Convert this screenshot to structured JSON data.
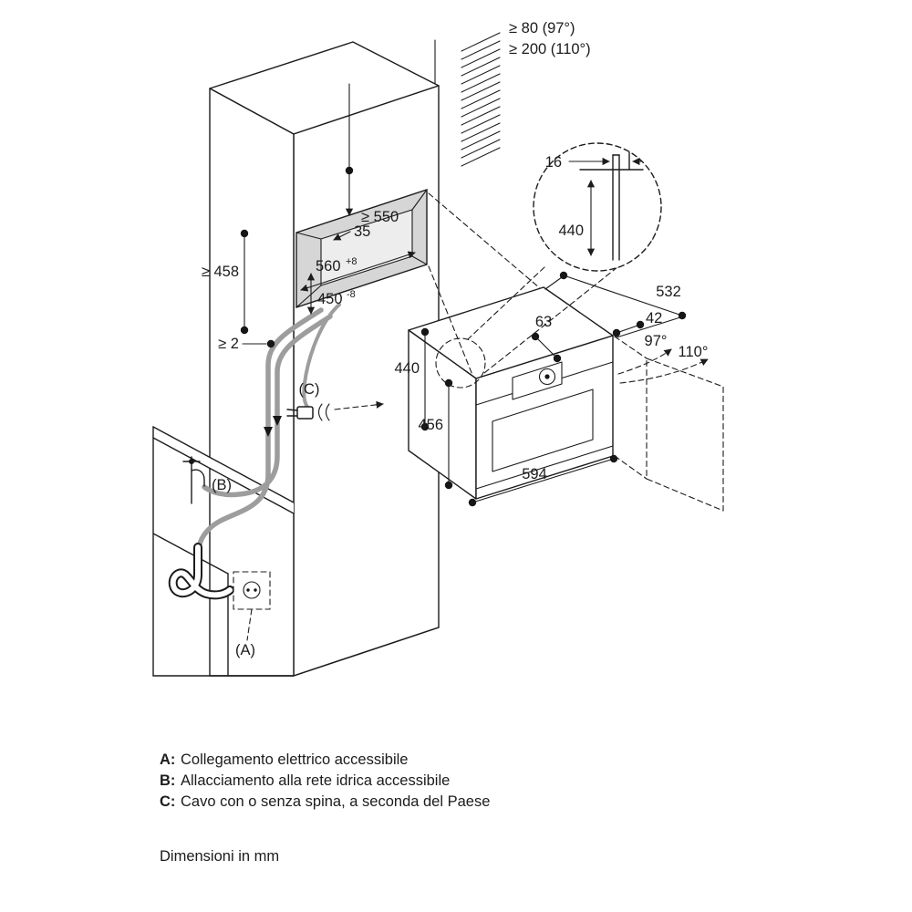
{
  "dims": {
    "ceiling_97": "≥ 80 (97°)",
    "ceiling_110": "≥ 200 (110°)",
    "detail_overhang": "16",
    "detail_height": "440",
    "niche_depth": "≥ 550",
    "niche_setback": "35",
    "niche_width": "560",
    "niche_width_tol": "+8",
    "niche_height": "450",
    "niche_height_tol": "-8",
    "clearance_below": "≥ 458",
    "gap_min": "≥ 2",
    "oven_depth": "532",
    "panel_offset": "42",
    "knob_offset": "63",
    "angle_small": "97°",
    "angle_large": "110°",
    "oven_height_back": "440",
    "oven_height_front": "456",
    "oven_width": "594"
  },
  "callouts": {
    "a": "(A)",
    "b": "(B)",
    "c": "(C)"
  },
  "legend": [
    {
      "key": "A:",
      "text": "Collegamento elettrico accessibile"
    },
    {
      "key": "B:",
      "text": "Allacciamento alla rete idrica accessibile"
    },
    {
      "key": "C:",
      "text": "Cavo con o senza spina, a seconda del Paese"
    }
  ],
  "footer": "Dimensioni in mm",
  "colors": {
    "line": "#1c1c1c",
    "niche_fill": "#d6d6d6",
    "niche_back": "#ededed",
    "pipe": "#9d9d9d",
    "background": "#ffffff"
  }
}
